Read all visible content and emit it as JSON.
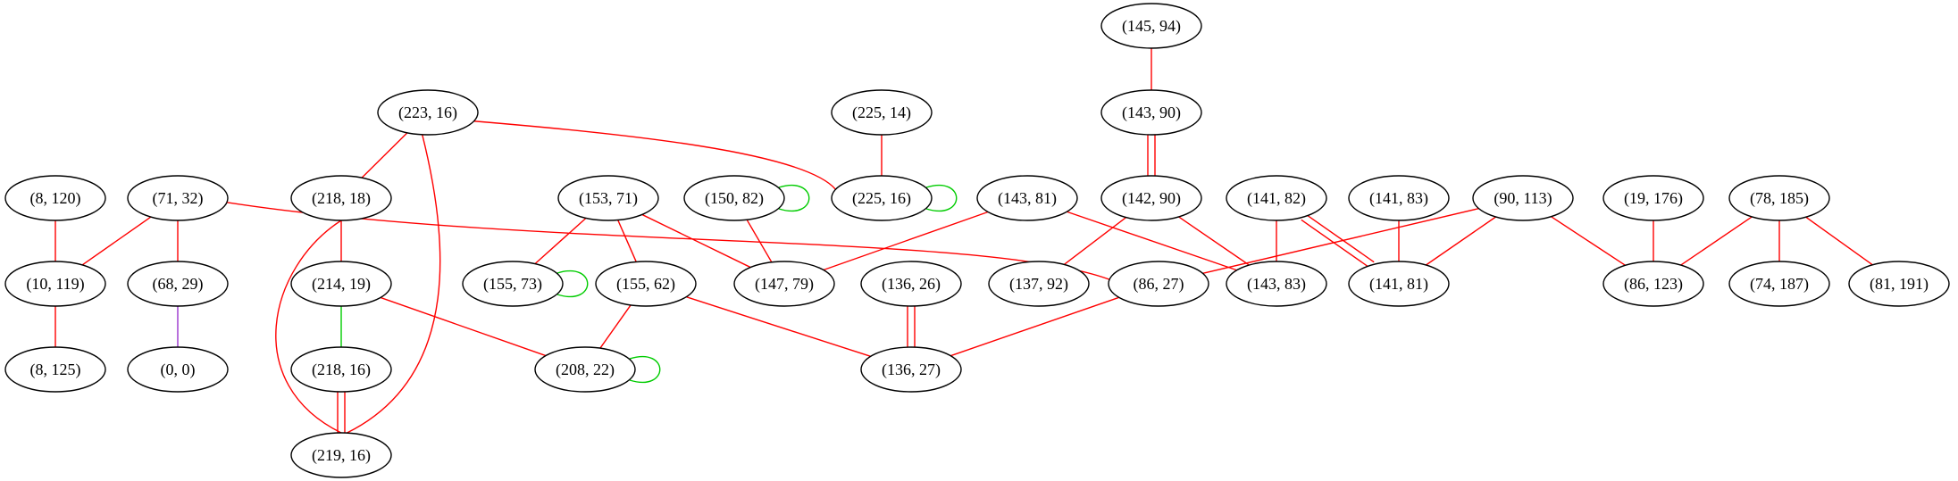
{
  "graph": {
    "nodes": [
      {
        "id": "n_145_94",
        "label": "(145, 94)"
      },
      {
        "id": "n_143_90",
        "label": "(143, 90)"
      },
      {
        "id": "n_142_90",
        "label": "(142, 90)"
      },
      {
        "id": "n_223_16",
        "label": "(223, 16)"
      },
      {
        "id": "n_225_14",
        "label": "(225, 14)"
      },
      {
        "id": "n_225_16",
        "label": "(225, 16)"
      },
      {
        "id": "n_8_120",
        "label": "(8, 120)"
      },
      {
        "id": "n_71_32",
        "label": "(71, 32)"
      },
      {
        "id": "n_218_18",
        "label": "(218, 18)"
      },
      {
        "id": "n_153_71",
        "label": "(153, 71)"
      },
      {
        "id": "n_150_82",
        "label": "(150, 82)"
      },
      {
        "id": "n_143_81",
        "label": "(143, 81)"
      },
      {
        "id": "n_141_82",
        "label": "(141, 82)"
      },
      {
        "id": "n_141_83",
        "label": "(141, 83)"
      },
      {
        "id": "n_90_113",
        "label": "(90, 113)"
      },
      {
        "id": "n_19_176",
        "label": "(19, 176)"
      },
      {
        "id": "n_78_185",
        "label": "(78, 185)"
      },
      {
        "id": "n_10_119",
        "label": "(10, 119)"
      },
      {
        "id": "n_68_29",
        "label": "(68, 29)"
      },
      {
        "id": "n_214_19",
        "label": "(214, 19)"
      },
      {
        "id": "n_155_73",
        "label": "(155, 73)"
      },
      {
        "id": "n_155_62",
        "label": "(155, 62)"
      },
      {
        "id": "n_147_79",
        "label": "(147, 79)"
      },
      {
        "id": "n_136_26",
        "label": "(136, 26)"
      },
      {
        "id": "n_137_92",
        "label": "(137, 92)"
      },
      {
        "id": "n_86_27",
        "label": "(86, 27)"
      },
      {
        "id": "n_143_83",
        "label": "(143, 83)"
      },
      {
        "id": "n_141_81",
        "label": "(141, 81)"
      },
      {
        "id": "n_86_123",
        "label": "(86, 123)"
      },
      {
        "id": "n_74_187",
        "label": "(74, 187)"
      },
      {
        "id": "n_81_191",
        "label": "(81, 191)"
      },
      {
        "id": "n_8_125",
        "label": "(8, 125)"
      },
      {
        "id": "n_0_0",
        "label": "(0, 0)"
      },
      {
        "id": "n_218_16",
        "label": "(218, 16)"
      },
      {
        "id": "n_208_22",
        "label": "(208, 22)"
      },
      {
        "id": "n_136_27",
        "label": "(136, 27)"
      },
      {
        "id": "n_219_16",
        "label": "(219, 16)"
      }
    ],
    "edges": [
      {
        "from": "n_145_94",
        "to": "n_143_90",
        "color": "#ff0000"
      },
      {
        "from": "n_143_90",
        "to": "n_142_90",
        "color": "#ff0000"
      },
      {
        "from": "n_143_90",
        "to": "n_142_90",
        "color": "#ff0000"
      },
      {
        "from": "n_223_16",
        "to": "n_218_18",
        "color": "#ff0000"
      },
      {
        "from": "n_223_16",
        "to": "n_225_16",
        "color": "#ff0000"
      },
      {
        "from": "n_223_16",
        "to": "n_219_16",
        "color": "#ff0000"
      },
      {
        "from": "n_225_14",
        "to": "n_225_16",
        "color": "#ff0000"
      },
      {
        "from": "n_225_16",
        "to": "n_225_16",
        "color": "#00cc00"
      },
      {
        "from": "n_8_120",
        "to": "n_10_119",
        "color": "#ff0000"
      },
      {
        "from": "n_71_32",
        "to": "n_10_119",
        "color": "#ff0000"
      },
      {
        "from": "n_71_32",
        "to": "n_68_29",
        "color": "#ff0000"
      },
      {
        "from": "n_71_32",
        "to": "n_86_27",
        "color": "#ff0000"
      },
      {
        "from": "n_218_18",
        "to": "n_214_19",
        "color": "#ff0000"
      },
      {
        "from": "n_218_18",
        "to": "n_219_16",
        "color": "#ff0000"
      },
      {
        "from": "n_153_71",
        "to": "n_155_73",
        "color": "#ff0000"
      },
      {
        "from": "n_153_71",
        "to": "n_155_62",
        "color": "#ff0000"
      },
      {
        "from": "n_153_71",
        "to": "n_147_79",
        "color": "#ff0000"
      },
      {
        "from": "n_150_82",
        "to": "n_150_82",
        "color": "#00cc00"
      },
      {
        "from": "n_150_82",
        "to": "n_147_79",
        "color": "#ff0000"
      },
      {
        "from": "n_143_81",
        "to": "n_147_79",
        "color": "#ff0000"
      },
      {
        "from": "n_143_81",
        "to": "n_143_83",
        "color": "#ff0000"
      },
      {
        "from": "n_142_90",
        "to": "n_137_92",
        "color": "#ff0000"
      },
      {
        "from": "n_142_90",
        "to": "n_143_83",
        "color": "#ff0000"
      },
      {
        "from": "n_141_82",
        "to": "n_143_83",
        "color": "#ff0000"
      },
      {
        "from": "n_141_82",
        "to": "n_141_81",
        "color": "#ff0000"
      },
      {
        "from": "n_141_82",
        "to": "n_141_81",
        "color": "#ff0000"
      },
      {
        "from": "n_141_83",
        "to": "n_141_81",
        "color": "#ff0000"
      },
      {
        "from": "n_90_113",
        "to": "n_86_27",
        "color": "#ff0000"
      },
      {
        "from": "n_90_113",
        "to": "n_141_81",
        "color": "#ff0000"
      },
      {
        "from": "n_90_113",
        "to": "n_86_123",
        "color": "#ff0000"
      },
      {
        "from": "n_19_176",
        "to": "n_86_123",
        "color": "#ff0000"
      },
      {
        "from": "n_78_185",
        "to": "n_86_123",
        "color": "#ff0000"
      },
      {
        "from": "n_78_185",
        "to": "n_74_187",
        "color": "#ff0000"
      },
      {
        "from": "n_78_185",
        "to": "n_81_191",
        "color": "#ff0000"
      },
      {
        "from": "n_10_119",
        "to": "n_8_125",
        "color": "#ff0000"
      },
      {
        "from": "n_68_29",
        "to": "n_0_0",
        "color": "#9933cc"
      },
      {
        "from": "n_214_19",
        "to": "n_218_16",
        "color": "#00cc00"
      },
      {
        "from": "n_214_19",
        "to": "n_208_22",
        "color": "#ff0000"
      },
      {
        "from": "n_155_73",
        "to": "n_155_73",
        "color": "#00cc00"
      },
      {
        "from": "n_155_62",
        "to": "n_208_22",
        "color": "#ff0000"
      },
      {
        "from": "n_155_62",
        "to": "n_136_27",
        "color": "#ff0000"
      },
      {
        "from": "n_136_26",
        "to": "n_136_27",
        "color": "#ff0000"
      },
      {
        "from": "n_136_26",
        "to": "n_136_27",
        "color": "#ff0000"
      },
      {
        "from": "n_86_27",
        "to": "n_136_27",
        "color": "#ff0000"
      },
      {
        "from": "n_208_22",
        "to": "n_208_22",
        "color": "#00cc00"
      },
      {
        "from": "n_218_16",
        "to": "n_219_16",
        "color": "#ff0000"
      },
      {
        "from": "n_218_16",
        "to": "n_219_16",
        "color": "#ff0000"
      }
    ]
  }
}
